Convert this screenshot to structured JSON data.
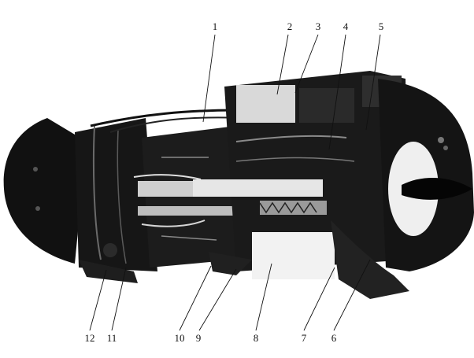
{
  "callouts": [
    {
      "id": 1,
      "label": "1"
    },
    {
      "id": 2,
      "label": "2"
    },
    {
      "id": 3,
      "label": "3"
    },
    {
      "id": 4,
      "label": "4"
    },
    {
      "id": 5,
      "label": "5"
    },
    {
      "id": 6,
      "label": "6"
    },
    {
      "id": 7,
      "label": "7"
    },
    {
      "id": 8,
      "label": "8"
    },
    {
      "id": 9,
      "label": "9"
    },
    {
      "id": 10,
      "label": "10"
    },
    {
      "id": 11,
      "label": "11"
    },
    {
      "id": 12,
      "label": "12"
    }
  ],
  "colors": {
    "ink": "#111111",
    "paper": "#ffffff",
    "highlight": "#f2f2f2"
  }
}
